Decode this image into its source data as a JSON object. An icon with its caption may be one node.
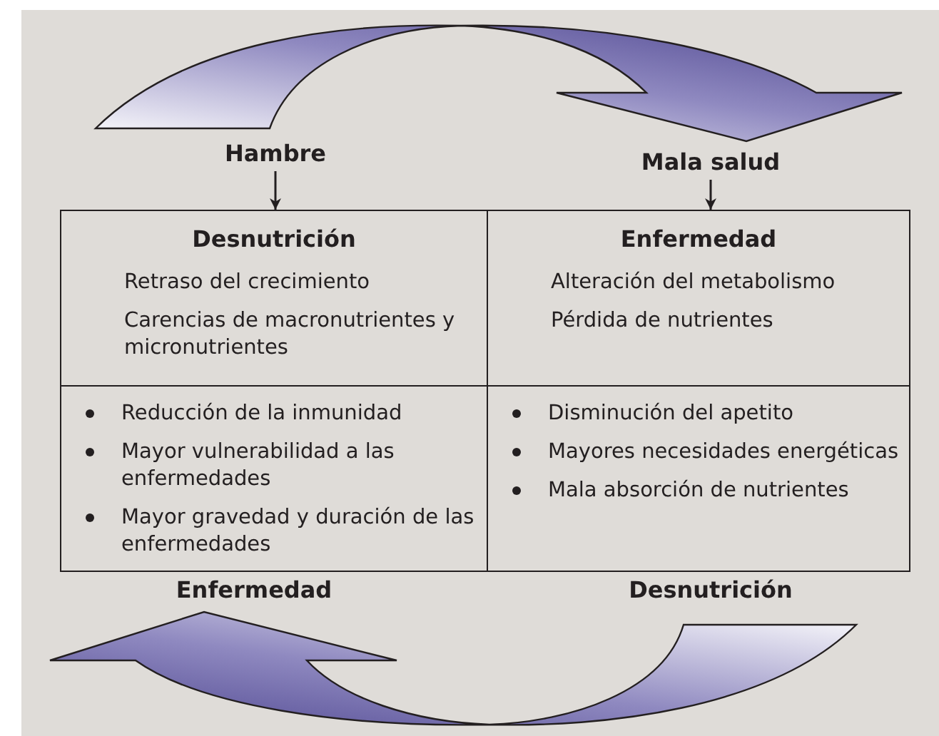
{
  "diagram": {
    "nodes": [
      {
        "text": [
          "Hambre"
        ]
      },
      {
        "text": [
          "Mala salud"
        ]
      },
      {
        "text": [
          "Desnutrición",
          "Retraso del crecimiento",
          "Carencias de macronutrientes y micronutrientes"
        ]
      },
      {
        "text": [
          "Enfermedad",
          "Alteración del metabolismo",
          "Pérdida de nutrientes"
        ]
      },
      {
        "text": [
          "Reducción de la inmunidad",
          "Mayor vulnerabilidad a las enfermedades",
          "Mayor gravedad y duración de las enfermedades"
        ]
      },
      {
        "text": [
          "Disminución del apetito",
          "Mayores necesidades energéticas",
          "Mala absorción de nutrientes"
        ]
      },
      {
        "text": [
          "Enfermedad"
        ]
      },
      {
        "text": [
          "Desnutrición"
        ]
      }
    ],
    "edges": [
      {
        "from": 0,
        "to": 1,
        "arrow": "to",
        "style": "thick",
        "color": "#4e4690"
      },
      {
        "from": 0,
        "to": 2,
        "arrow": "to"
      },
      {
        "from": 1,
        "to": 3,
        "arrow": "to"
      },
      {
        "from": 7,
        "to": 6,
        "arrow": "to",
        "style": "thick",
        "color": "#4e4690"
      }
    ]
  }
}
